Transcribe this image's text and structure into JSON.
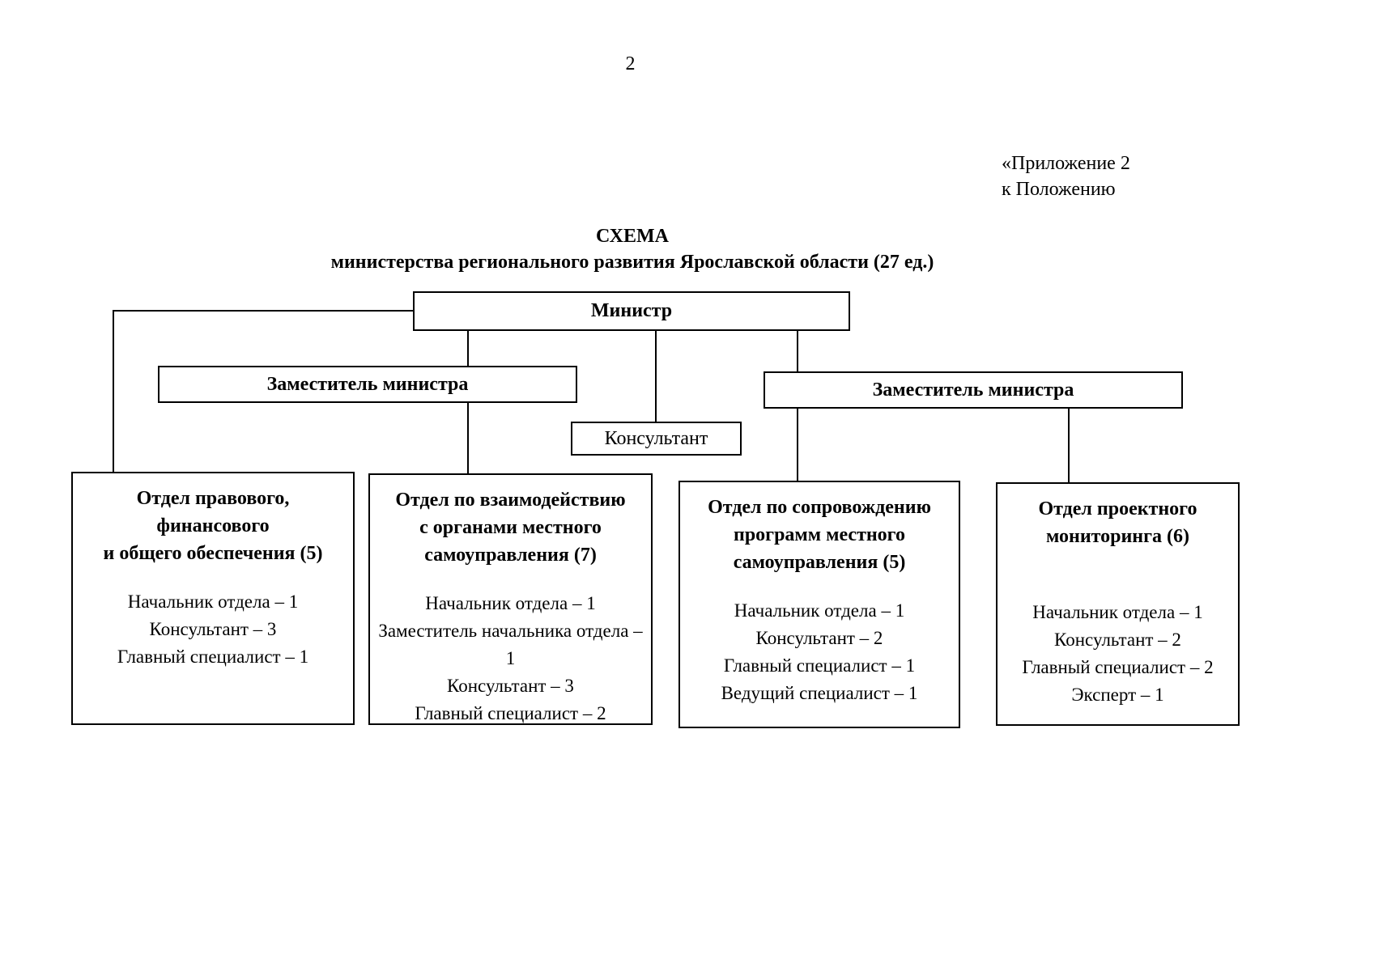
{
  "page": {
    "number": "2",
    "annotation": {
      "line1": "«Приложение 2",
      "line2": "к Положению"
    }
  },
  "header": {
    "title": "СХЕМА",
    "subtitle": "министерства регионального развития Ярославской области (27 ед.)"
  },
  "org": {
    "minister": {
      "label": "Министр"
    },
    "deputy_left": {
      "label": "Заместитель министра"
    },
    "deputy_right": {
      "label": "Заместитель министра"
    },
    "consultant": {
      "label": "Консультант"
    },
    "departments": [
      {
        "title": "Отдел правового,\nфинансового\nи общего обеспечения (5)",
        "staff": [
          "Начальник отдела – 1",
          "Консультант – 3",
          "Главный специалист – 1"
        ]
      },
      {
        "title": "Отдел по взаимодействию\nс органами местного\nсамоуправления (7)",
        "staff": [
          "Начальник отдела – 1",
          "Заместитель начальника отдела – 1",
          "Консультант – 3",
          "Главный специалист – 2"
        ]
      },
      {
        "title": "Отдел по сопровождению\nпрограмм местного\nсамоуправления (5)",
        "staff": [
          "Начальник отдела – 1",
          "Консультант – 2",
          "Главный специалист – 1",
          "Ведущий специалист – 1"
        ]
      },
      {
        "title": "Отдел проектного\nмониторинга (6)",
        "staff": [
          "Начальник отдела – 1",
          "Консультант – 2",
          "Главный специалист – 2",
          "Эксперт – 1"
        ]
      }
    ]
  }
}
